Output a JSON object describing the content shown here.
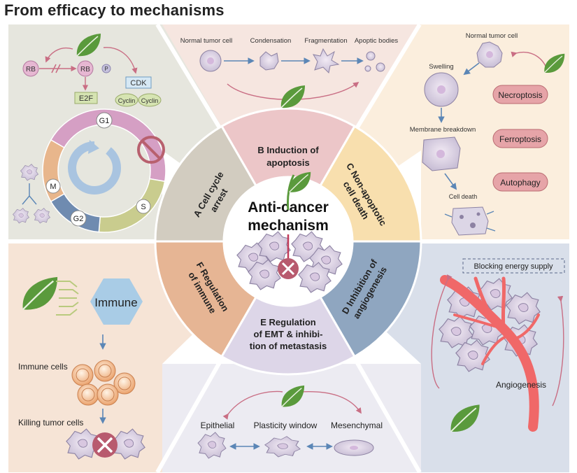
{
  "title": "From efficacy to mechanisms",
  "center": {
    "line1": "Anti-cancer",
    "line2": "mechanism"
  },
  "sectors": {
    "b": {
      "line1": "B  Induction of",
      "line2": "apoptosis"
    },
    "c": {
      "line1": "C  Non-apoptotic",
      "line2": "cell death"
    },
    "d": {
      "line1": "D  Inhibition of",
      "line2": "angiogenesis"
    },
    "e": {
      "line1": "E  Regulation",
      "line2": "of EMT & inhibi-",
      "line3": "tion of metastasis"
    },
    "f": {
      "line1": "F  Regulation",
      "line2": "of immune"
    },
    "a": {
      "line1": "A  Cell cycle",
      "line2": "arrest"
    }
  },
  "cell_cycle": {
    "rb": "RB",
    "rb2": "RB",
    "p": "P",
    "e2f": "E2F",
    "cdk": "CDK",
    "cyclin1": "Cyclin",
    "cyclin2": "Cyclin",
    "g1": "G1",
    "s": "S",
    "g2": "G2",
    "m": "M"
  },
  "apoptosis": {
    "normal": "Normal tumor cell",
    "condensation": "Condensation",
    "fragmentation": "Fragmentation",
    "bodies": "Apoptic bodies"
  },
  "nonapoptotic": {
    "normal": "Normal tumor cell",
    "swelling": "Swelling",
    "breakdown": "Membrane breakdown",
    "death": "Cell death",
    "necroptosis": "Necroptosis",
    "ferroptosis": "Ferroptosis",
    "autophagy": "Autophagy"
  },
  "angiogenesis": {
    "blocking": "Blocking energy supply",
    "label": "Angiogenesis"
  },
  "emt": {
    "epithelial": "Epithelial",
    "plasticity": "Plasticity window",
    "mesenchymal": "Mesenchymal"
  },
  "immune": {
    "hex": "Immune",
    "cells": "Immune cells",
    "killing": "Killing tumor cells"
  },
  "colors": {
    "tl_bg": "#e6e6de",
    "tc_bg": "#f6e6e0",
    "tr_bg": "#fbeedd",
    "bl_bg": "#f6e4d6",
    "bc_bg": "#ecebf2",
    "br_bg": "#d9dfea",
    "sector_a": "#d2ccc0",
    "sector_b": "#ecc6c8",
    "sector_c": "#f8dfae",
    "sector_d": "#8fa6c0",
    "sector_e": "#ddd6e8",
    "sector_f": "#e6b594",
    "leaf": "#5a9a3c",
    "arrow": "#5b86b6",
    "pink_badge": "#e6a4a8",
    "vessel": "#f06868"
  }
}
